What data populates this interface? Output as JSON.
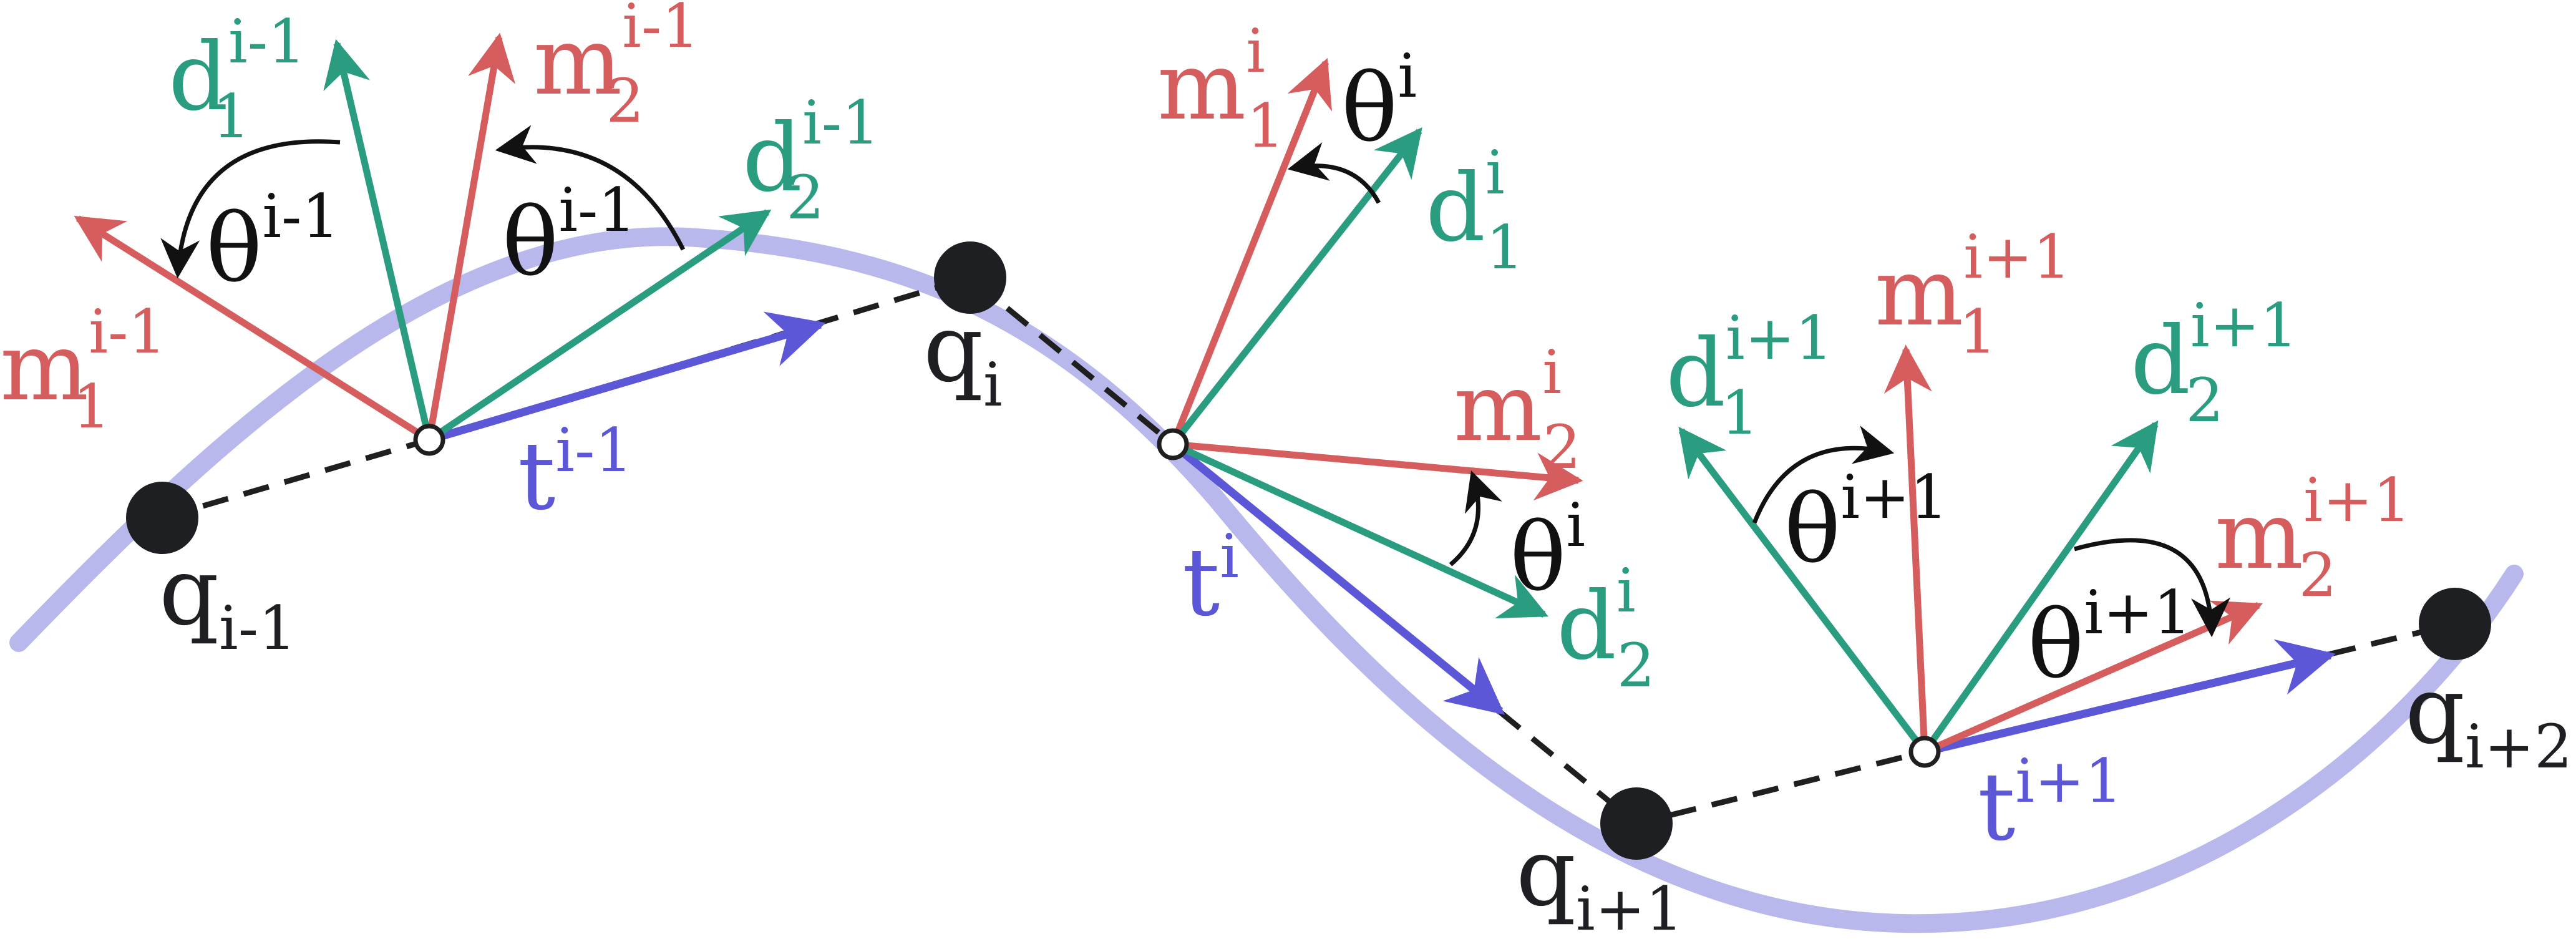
{
  "colors": {
    "curve": "#b9b8ec",
    "segment": "#1f1f1f",
    "tangent": "#5b57d6",
    "material": "#d65d5d",
    "director": "#2a9d80",
    "angle": "#111111",
    "node": "#1e1f22"
  },
  "labels": {
    "q_im1": {
      "base": "q",
      "sub": "i-1"
    },
    "q_i": {
      "base": "q",
      "sub": "i"
    },
    "q_ip1": {
      "base": "q",
      "sub": "i+1"
    },
    "q_ip2": {
      "base": "q",
      "sub": "i+2"
    },
    "t_im1": {
      "base": "t",
      "sup": "i-1"
    },
    "t_i": {
      "base": "t",
      "sup": "i"
    },
    "t_ip1": {
      "base": "t",
      "sup": "i+1"
    },
    "d1_im1": {
      "base": "d",
      "sub": "1",
      "sup": "i-1"
    },
    "d2_im1": {
      "base": "d",
      "sub": "2",
      "sup": "i-1"
    },
    "m1_im1": {
      "base": "m",
      "sub": "1",
      "sup": "i-1"
    },
    "m2_im1": {
      "base": "m",
      "sub": "2",
      "sup": "i-1"
    },
    "theta_im1_a": {
      "base": "θ",
      "sup": "i-1"
    },
    "theta_im1_b": {
      "base": "θ",
      "sup": "i-1"
    },
    "d1_i": {
      "base": "d",
      "sub": "1",
      "sup": "i"
    },
    "d2_i": {
      "base": "d",
      "sub": "2",
      "sup": "i"
    },
    "m1_i": {
      "base": "m",
      "sub": "1",
      "sup": "i"
    },
    "m2_i": {
      "base": "m",
      "sub": "2",
      "sup": "i"
    },
    "theta_i_a": {
      "base": "θ",
      "sup": "i"
    },
    "theta_i_b": {
      "base": "θ",
      "sup": "i"
    },
    "d1_ip1": {
      "base": "d",
      "sub": "1",
      "sup": "i+1"
    },
    "d2_ip1": {
      "base": "d",
      "sub": "2",
      "sup": "i+1"
    },
    "m1_ip1": {
      "base": "m",
      "sub": "1",
      "sup": "i+1"
    },
    "m2_ip1": {
      "base": "m",
      "sub": "2",
      "sup": "i+1"
    },
    "theta_ip1_a": {
      "base": "θ",
      "sup": "i+1"
    },
    "theta_ip1_b": {
      "base": "θ",
      "sup": "i+1"
    }
  }
}
